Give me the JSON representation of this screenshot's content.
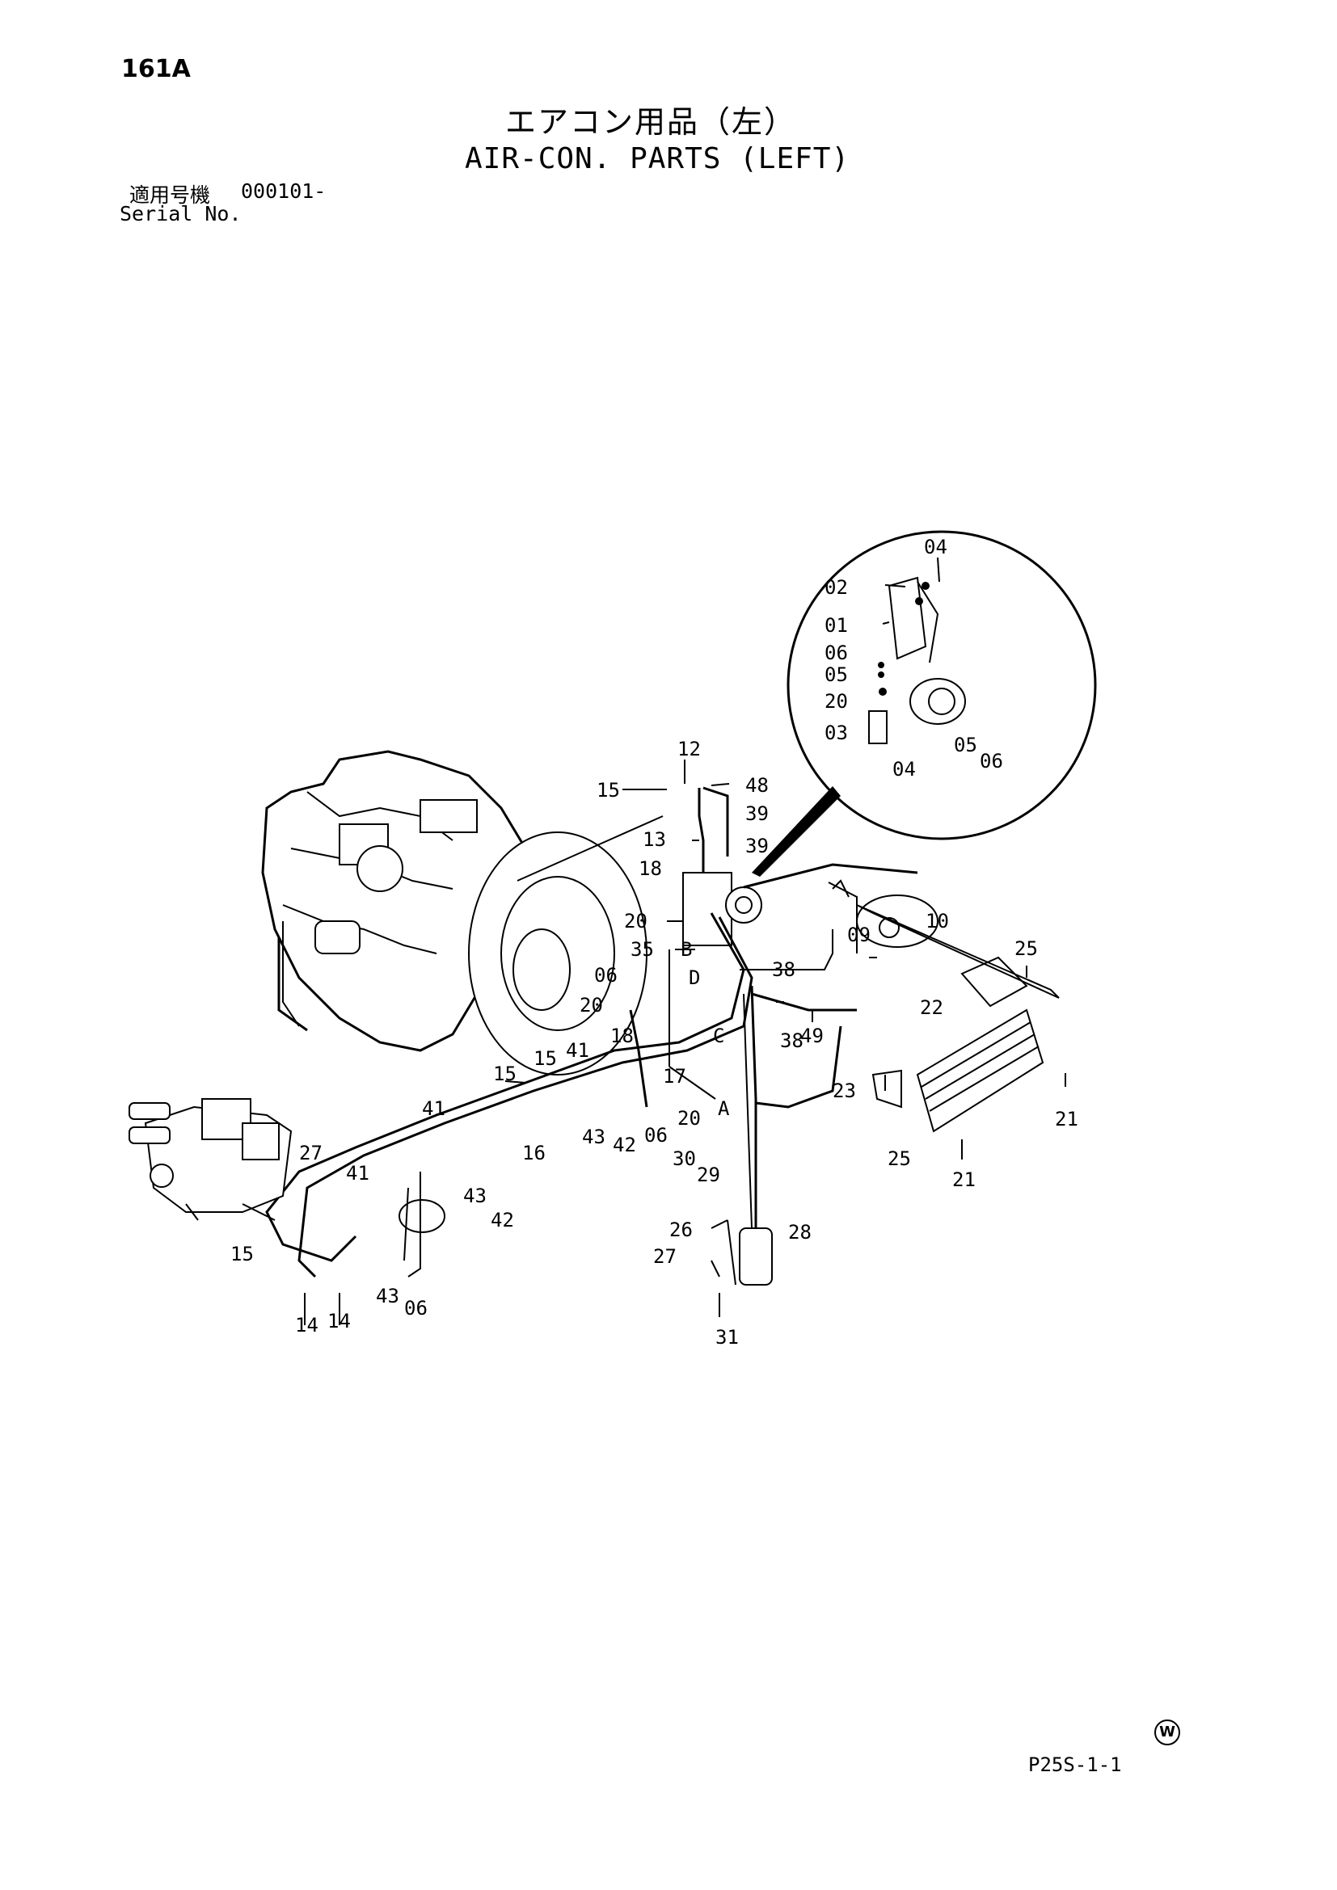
{
  "header": {
    "page_id": "161A",
    "title_jp": "エアコン用品（左）",
    "title_en": "AIR-CON. PARTS (LEFT)",
    "serial_label_jp": "適用号機",
    "serial_value": "000101-",
    "serial_label_en": "Serial No."
  },
  "footer": {
    "code": "P25S-1-1",
    "mark": "W"
  },
  "callouts": {
    "inset": [
      "04",
      "02",
      "01",
      "06",
      "05",
      "20",
      "03",
      "04",
      "05",
      "06"
    ],
    "main": [
      "12",
      "15",
      "48",
      "39",
      "13",
      "39",
      "18",
      "20",
      "35",
      "B",
      "D",
      "10",
      "09",
      "38",
      "49",
      "06",
      "20",
      "18",
      "C",
      "38",
      "17",
      "15",
      "41",
      "15",
      "A",
      "43",
      "42",
      "06",
      "20",
      "16",
      "41",
      "41",
      "27",
      "43",
      "42",
      "15",
      "43",
      "06",
      "14",
      "14",
      "30",
      "29",
      "26",
      "27",
      "28",
      "31",
      "25",
      "22",
      "23",
      "25",
      "21",
      "21"
    ]
  }
}
